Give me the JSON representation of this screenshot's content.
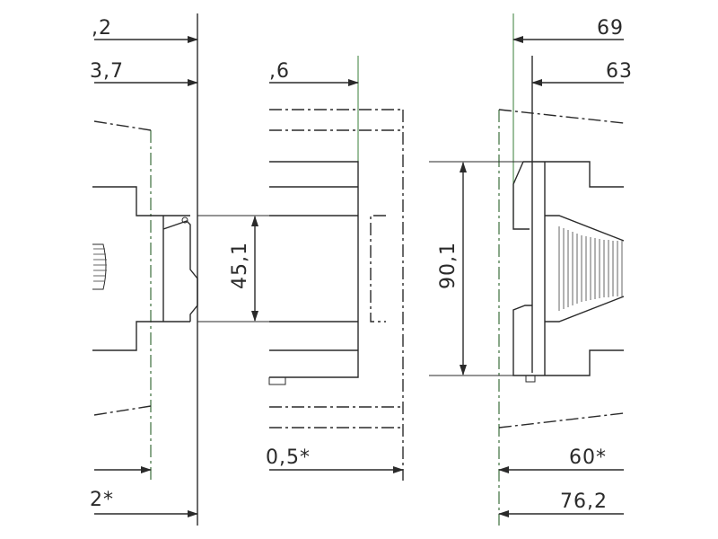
{
  "dimensions": {
    "left_top_1": ",2",
    "left_top_2": "3,7",
    "mid_top": ",6",
    "right_top_1": "69",
    "right_top_2": "63",
    "height_small": "45,1",
    "height_large": "90,1",
    "left_bottom": "2*",
    "mid_bottom": "0,5*",
    "right_bottom_1": "60*",
    "right_bottom_2": "76,2"
  }
}
